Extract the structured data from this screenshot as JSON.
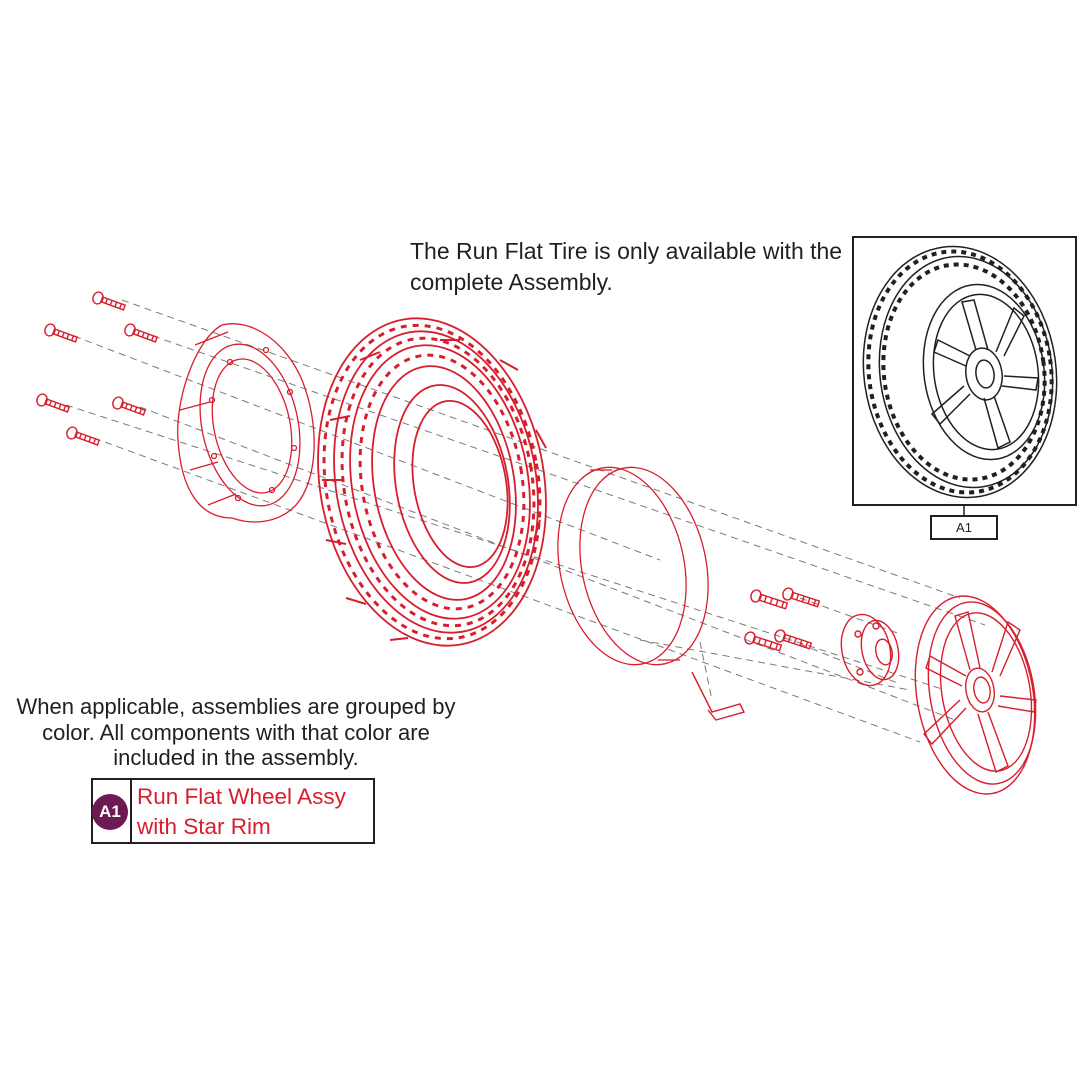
{
  "notes": {
    "availability": "The Run Flat Tire is only available with the complete Assembly.",
    "grouping": "When applicable, assemblies are grouped by color. All components with that color are included in the assembly."
  },
  "legend": {
    "badge": "A1",
    "label": "Run Flat Wheel Assy with Star Rim"
  },
  "inset": {
    "tag": "A1"
  },
  "colors": {
    "assembly": "#d81e2c",
    "badge": "#6d1a52",
    "guide_lines": "#7a7a7a",
    "outline": "#231f20"
  }
}
